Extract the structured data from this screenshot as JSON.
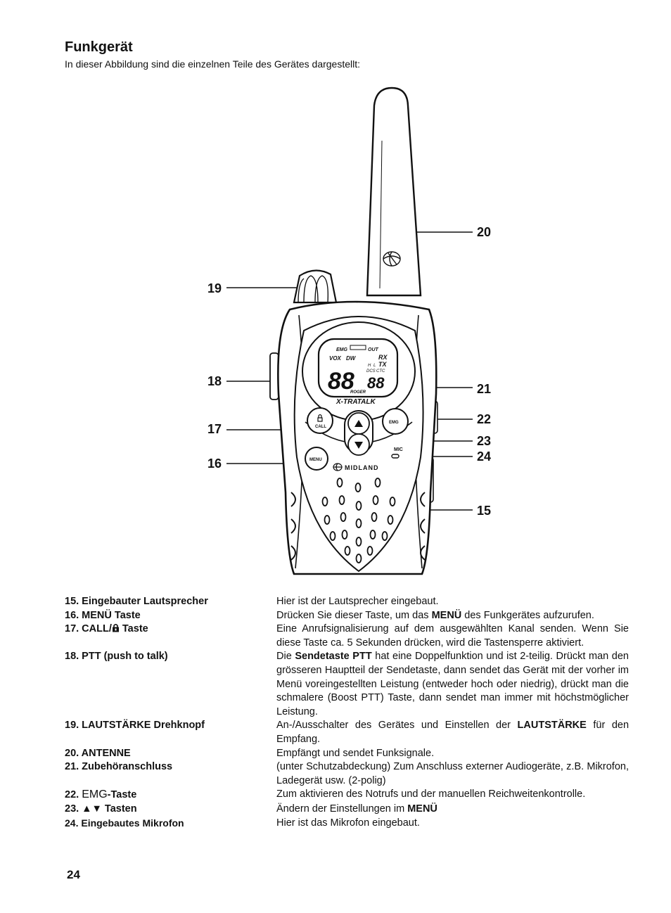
{
  "header": {
    "title": "Funkgerät",
    "intro": "In dieser Abbildung sind die einzelnen Teile des Gerätes dargestellt:"
  },
  "figure": {
    "callouts": [
      "20",
      "19",
      "18",
      "21",
      "22",
      "17",
      "23",
      "16",
      "24",
      "15"
    ],
    "display": {
      "emg": "EMG",
      "out": "OUT",
      "vox": "VOX",
      "dw": "DW",
      "rx": "RX",
      "tx": "TX",
      "h": "H",
      "l": "L",
      "dcs": "DCS",
      "ctc": "CTC",
      "digits_big": "88",
      "digits_small": "88",
      "roger": "ROGER"
    },
    "model": "X-TRATALK",
    "call_label": "CALL",
    "emg_label": "EMG",
    "menu_label": "MENU",
    "mic_label": "MIC",
    "brand": "MIDLAND"
  },
  "parts": [
    {
      "term": "15. Eingebauter Lautsprecher",
      "desc": "Hier ist der Lautsprecher eingebaut."
    },
    {
      "term": "16. MENÜ Taste",
      "desc_pre": "Drücken Sie dieser Taste, um das ",
      "desc_bold": "MENÜ",
      "desc_post": " des Funkgerätes aufzurufen."
    },
    {
      "term_pre": "17. CALL/",
      "term_post": " Taste",
      "desc": "Eine Anrufsignalisierung auf dem ausgewählten Kanal senden. Wenn Sie diese Taste ca. 5 Sekunden drücken, wird die Tastensperre aktiviert."
    },
    {
      "term": "18. PTT (push to talk)",
      "desc_pre": "Die ",
      "desc_bold": "Sendetaste PTT",
      "desc_post": " hat eine Doppelfunktion und  ist 2-teilig. Drückt man den grösseren Hauptteil der Sendetaste, dann sendet das Gerät mit der vorher im Menü voreingestellten Leistung (entweder hoch oder niedrig), drückt man die schmalere (Boost PTT) Taste, dann sendet man immer mit höchstmöglicher Leistung."
    },
    {
      "term": "19. LAUTSTÄRKE Drehknopf",
      "desc_pre": "An-/Ausschalter des Gerätes und Einstellen der ",
      "desc_bold": "LAUTSTÄRKE",
      "desc_post": " für den Empfang."
    },
    {
      "term": "20. ANTENNE",
      "desc": "Empfängt und sendet Funksignale."
    },
    {
      "term": "21. Zubehöranschluss",
      "desc": "(unter Schutzabdeckung) Zum Anschluss externer Audiogeräte, z.B. Mikrofon, Ladegerät usw. (2-polig)"
    },
    {
      "term_pre": "22. ",
      "term_big": "EMG",
      "term_post": "-Taste",
      "desc": "Zum aktivieren des Notrufs und der manuellen Reichweitenkontrolle."
    },
    {
      "term": "23. ▲▼ Tasten",
      "desc_pre": "Ändern der Einstellungen im ",
      "desc_bold": "MENÜ",
      "desc_post": ""
    },
    {
      "term": "24. Eingebautes Mikrofon",
      "desc": "Hier ist das Mikrofon eingebaut."
    }
  ],
  "page_number": "24"
}
